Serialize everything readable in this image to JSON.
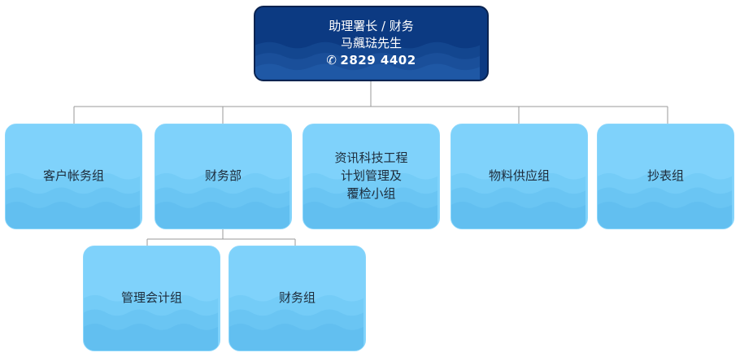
{
  "head": {
    "title": "助理署长 / 财务",
    "name": "马飆琺先生",
    "phone_icon": "phone-icon",
    "phone": "2829 4402"
  },
  "units": [
    {
      "label": "客户帐务组"
    },
    {
      "label": "财务部"
    },
    {
      "label_lines": [
        "资讯科技工程",
        "计划管理及",
        "覆检小组"
      ]
    },
    {
      "label": "物料供应组"
    },
    {
      "label": "抄表组"
    }
  ],
  "subunits": [
    {
      "label": "管理会计组"
    },
    {
      "label": "财务组"
    }
  ],
  "colors": {
    "head_fill": "#0c3a82",
    "head_wave": "#1b4f9a",
    "box_fill": "#7fd2fb",
    "box_wave": "#6cc6f4",
    "line": "#9a9a9a"
  }
}
